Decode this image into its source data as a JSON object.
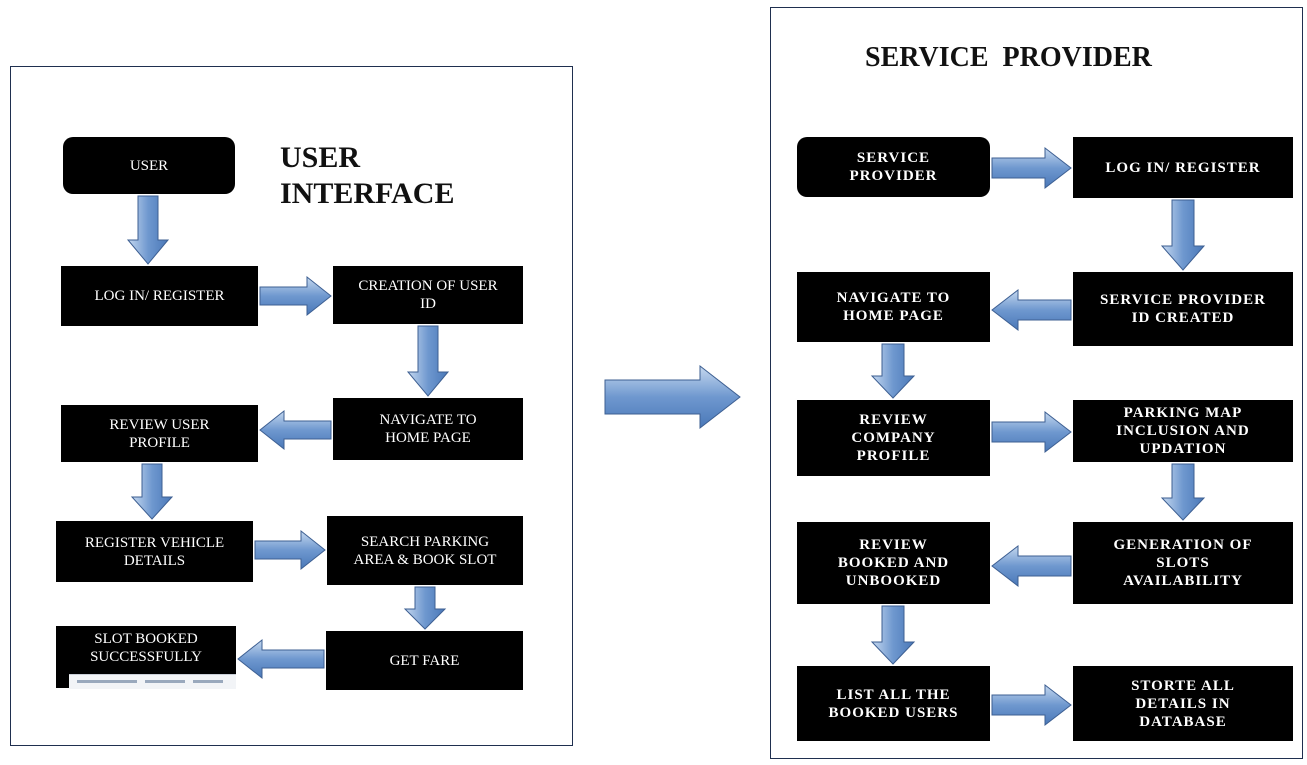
{
  "user_panel": {
    "title": "USER\nINTERFACE",
    "boxes": {
      "user": "USER",
      "login": "LOG IN/ REGISTER",
      "creation": "CREATION OF USER\nID",
      "navigate": "NAVIGATE TO\nHOME PAGE",
      "review": "REVIEW USER\nPROFILE",
      "register_vehicle": "REGISTER VEHICLE\nDETAILS",
      "search": "SEARCH PARKING\nAREA & BOOK SLOT",
      "fare": "GET FARE",
      "booked": "SLOT BOOKED\nSUCCESSFULLY"
    }
  },
  "provider_panel": {
    "title": "SERVICE  PROVIDER",
    "boxes": {
      "provider": "SERVICE\nPROVIDER",
      "login": "LOG IN/ REGISTER",
      "id_created": "SERVICE PROVIDER\nID CREATED",
      "navigate": "NAVIGATE TO\nHOME PAGE",
      "review_company": "REVIEW\nCOMPANY\nPROFILE",
      "parking_map": "PARKING MAP\nINCLUSION AND\nUPDATION",
      "generation": "GENERATION OF\nSLOTS\nAVAILABILITY",
      "review_booked": "REVIEW\nBOOKED AND\nUNBOOKED",
      "list_users": "LIST ALL THE\nBOOKED USERS",
      "store": "STORTE ALL\nDETAILS IN\nDATABASE"
    }
  },
  "colors": {
    "arrow_light": "#c5d8ef",
    "arrow_dark": "#4a78b8",
    "arrow_stroke": "#3d5f92",
    "box_fill": "#000000",
    "panel_border": "#1f2f4f"
  }
}
